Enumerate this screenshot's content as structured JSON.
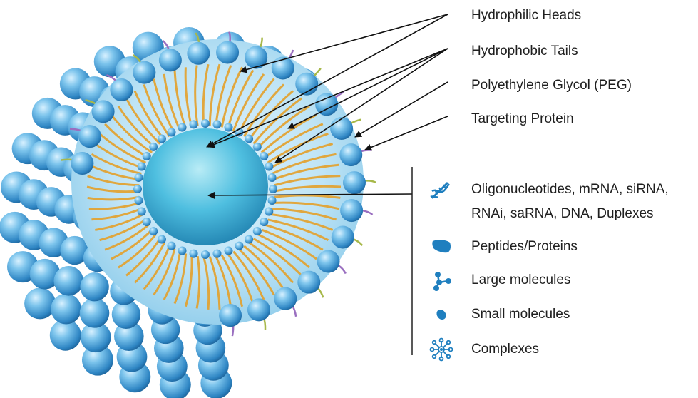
{
  "structure_labels": [
    "Hydrophilic Heads",
    "Hydrophobic Tails",
    "Polyethylene Glycol (PEG)",
    "Targeting Protein"
  ],
  "cargo": {
    "items": [
      {
        "label_line1": "Oligonucleotides, mRNA, siRNA,",
        "label_line2": "RNAi, saRNA, DNA, Duplexes",
        "icon": "dna-icon"
      },
      {
        "label_line1": "Peptides/Proteins",
        "icon": "peptide-blob-icon"
      },
      {
        "label_line1": "Large molecules",
        "icon": "large-molecule-icon"
      },
      {
        "label_line1": "Small molecules",
        "icon": "small-molecule-icon"
      },
      {
        "label_line1": "Complexes",
        "icon": "complex-icon"
      }
    ]
  },
  "colors": {
    "sphere_light": "#bfe6fb",
    "sphere_mid": "#4aa9de",
    "sphere_dark": "#1c6ea8",
    "tail": "#e3a02a",
    "peg": "#9a6fc0",
    "targeting": "#a7b84a",
    "core": "#3fb0d6",
    "icon": "#1f7fbf",
    "arrow": "#111111"
  }
}
